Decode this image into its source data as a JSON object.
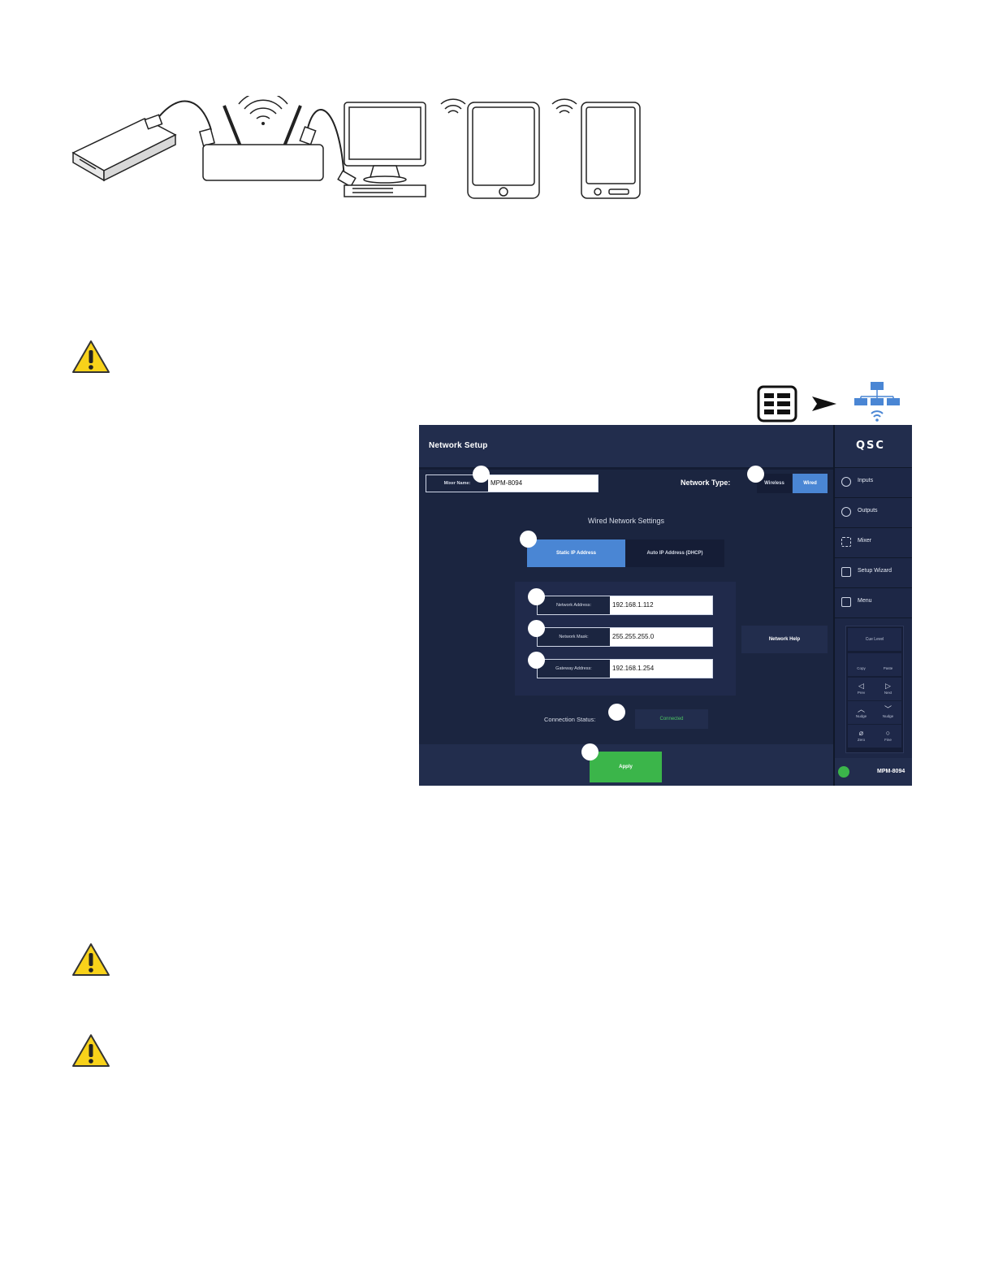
{
  "screen": {
    "title": "Network Setup",
    "brand": "QSC",
    "mixer_name_label": "Mixer Name:",
    "mixer_name_value": "MPM-8094",
    "network_type_label": "Network Type:",
    "network_type_options": [
      "Wireless",
      "Wired"
    ],
    "network_type_selected": "Wired",
    "section_title": "Wired Network Settings",
    "ip_mode_options": [
      "Static IP Address",
      "Auto IP Address (DHCP)"
    ],
    "ip_mode_selected": "Static IP Address",
    "fields": [
      {
        "label": "Network Address:",
        "value": "192.168.1.112"
      },
      {
        "label": "Network Mask:",
        "value": "255.255.255.0"
      },
      {
        "label": "Gateway Address:",
        "value": "192.168.1.254"
      }
    ],
    "network_help": "Network Help",
    "connection_status_label": "Connection Status:",
    "connection_status_value": "Connected",
    "apply_label": "Apply",
    "sidebar": {
      "items": [
        "Inputs",
        "Outputs",
        "Mixer",
        "Setup Wizard",
        "Menu"
      ],
      "keypad": {
        "header": "Cue Level",
        "keys": [
          "Copy",
          "Paste",
          "Prev",
          "Next",
          "Nudge",
          "Nudge",
          "Zero",
          "Fine"
        ]
      },
      "footer_device": "MPM-8094"
    }
  },
  "colors": {
    "panel_bg": "#1b2540",
    "accent_blue": "#4a86d4",
    "apply_green": "#3bb54a",
    "status_green": "#4cc763",
    "warning_yellow": "#f8d21a"
  },
  "icons": [
    "mixer-device-icon",
    "router-icon",
    "computer-icon",
    "tablet-icon",
    "phone-icon",
    "warning-icon",
    "menu-icon",
    "arrow-icon",
    "network-icon"
  ]
}
